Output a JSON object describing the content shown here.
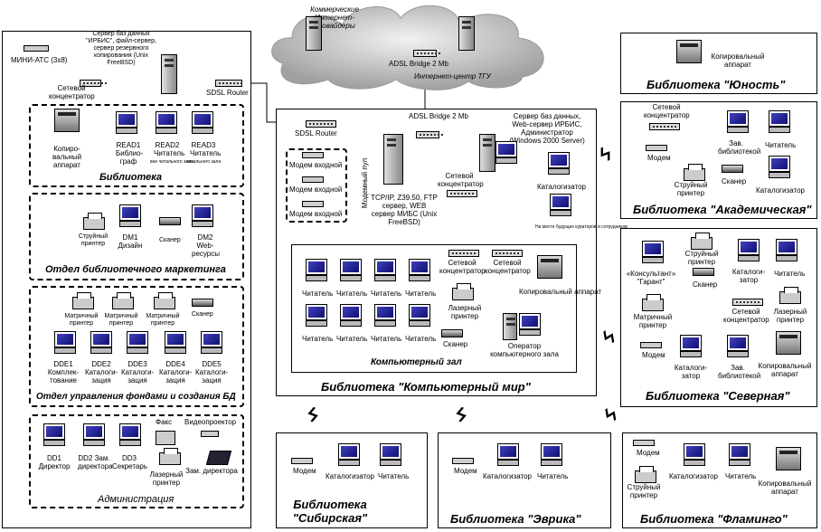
{
  "internet": {
    "cloud_label": "Коммерческие Интернет-провайдеры",
    "adsl_top": "ADSL Bridge 2 Mb",
    "center": "Интернет-центр ТГУ"
  },
  "main": {
    "mini_ats": "МИНИ-АТС (3x8)",
    "server": "Сервер баз данных \"ИРБИС\", файл-сервер, сервер резервного копирования (Unix FreeBSD)",
    "hub": "Сетевой концентратор",
    "sdsl": "SDSL Router",
    "sections": {
      "biblioteka": {
        "title": "Библиотека",
        "copier": "Копиро-вальный аппарат",
        "read1": "READ1 Библио-граф",
        "read2": "READ2 Читатель",
        "read2_sub": "вне читального зала",
        "read3": "READ3 Читатель",
        "read3_sub": "читального зала"
      },
      "marketing": {
        "title": "Отдел библиотечного маркетинга",
        "printer": "Струйный принтер",
        "dm1": "DM1 Дизайн",
        "scanner": "Сканер",
        "dm2": "DM2 Web-ресурсы"
      },
      "fondy": {
        "title": "Отдел управления фондами и создания БД",
        "matrix": "Матричный принтер",
        "scanner": "Сканер",
        "dde1": "DDE1 Комплек-тование",
        "dde2": "DDE2 Каталоги-зация",
        "dde3": "DDE3 Каталоги-зация",
        "dde4": "DDE4 Каталоги-зация",
        "dde5": "DDE5 Каталоги-зация"
      },
      "admin": {
        "title": "Администрация",
        "dd1": "DD1 Директор",
        "dd2": "DD2 Зам. директора",
        "dd3": "DD3 Секретарь",
        "fax": "Факс",
        "laser": "Лазерный принтер",
        "projector": "Видеопроектор",
        "zam": "Зам. директора"
      }
    }
  },
  "computer_world": {
    "title": "Библиотека \"Компьютерный мир\"",
    "sdsl": "SDSL Router",
    "adsl": "ADSL Bridge 2 Mb",
    "server": "Сервер баз данных, Web-сервер ИРБИС, Администратор (Windows 2000 Server)",
    "modem_pool_label": "Модемный пул",
    "modem": "Модем входной",
    "tcp": "TCP/IP, Z39.50, FTP сервер, WEB сервер МИБС (Unix FreeBSD)",
    "hub": "Сетевой концентратор",
    "cataloger": "Каталогизатор",
    "dev_note": "На месте будущих кураторов и сотрудников",
    "hall": {
      "title": "Компьютерный зал",
      "hub": "Сетевой концентратор",
      "copier": "Копировальный аппарат",
      "laser": "Лазерный принтер",
      "scanner": "Сканер",
      "operator": "Оператор компьютерного зала",
      "reader": "Читатель"
    }
  },
  "branches": {
    "yunost": {
      "title": "Библиотека \"Юность\"",
      "copier": "Копировальный аппарат"
    },
    "akadem": {
      "title": "Библиотека \"Академическая\"",
      "hub": "Сетевой концентратор",
      "modem": "Модем",
      "printer": "Струйный принтер",
      "zav": "Зав. библиотекой",
      "reader": "Читатель",
      "scanner": "Сканер",
      "cataloger": "Каталогизатор"
    },
    "severnaya": {
      "title": "Библиотека \"Северная\"",
      "konsultant": "«Консультант» \"Гарант\"",
      "printer": "Струйный принтер",
      "scanner": "Сканер",
      "cataloger_top": "Каталоги-затор",
      "reader": "Читатель",
      "hub": "Сетевой концентратор",
      "laser": "Лазерный принтер",
      "matrix": "Матричный принтер",
      "modem": "Модем",
      "cataloger": "Каталоги-затор",
      "zav": "Зав. библиотекой",
      "copier": "Копировальный аппарат"
    },
    "sibirskaya": {
      "title": "Библиотека \"Сибирская\"",
      "modem": "Модем",
      "cataloger": "Каталогизатор",
      "reader": "Читатель"
    },
    "erika": {
      "title": "Библиотека \"Эврика\"",
      "modem": "Модем",
      "cataloger": "Каталогизатор",
      "reader": "Читатель"
    },
    "flamingo": {
      "title": "Библиотека \"Фламинго\"",
      "modem": "Модем",
      "printer": "Струйный принтер",
      "cataloger": "Каталогизатор",
      "reader": "Читатель",
      "copier": "Копировальный аппарат"
    }
  }
}
